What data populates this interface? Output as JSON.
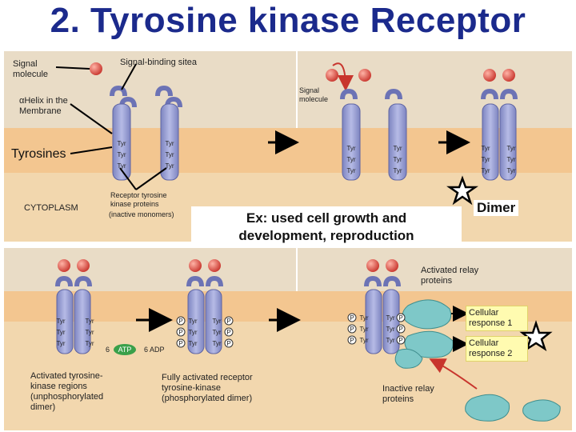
{
  "title": "2. Tyrosine kinase Receptor",
  "top_panel": {
    "signal_molecule_left": "Signal molecule",
    "signal_binding_site": "Signal-binding sitea",
    "signal_molecule_right": "Signal molecule",
    "helix_label": "αHelix in the Membrane",
    "tyrosines": "Tyrosines",
    "cytoplasm": "CYTOPLASM",
    "receptor_proteins": "Receptor tyrosine kinase proteins",
    "inactive_monomers": "(inactive monomers)",
    "tyr": "Tyr",
    "dimer": "Dimer"
  },
  "callout": {
    "line1": "Ex: used cell growth and",
    "line2": "development, reproduction"
  },
  "bottom_panel": {
    "activated_relay": "Activated relay proteins",
    "response1": "Cellular response 1",
    "response2": "Cellular response 2",
    "inactive_relay": "Inactive relay proteins",
    "activated_regions": "Activated tyrosine-kinase regions (unphosphorylated dimer)",
    "fully_activated": "Fully activated receptor tyrosine-kinase (phosphorylated dimer)",
    "atp": "ATP",
    "atp_count": "6",
    "adp": "6 ADP",
    "p": "P",
    "tyr": "Tyr"
  },
  "colors": {
    "title": "#1b2a8c",
    "background_panel": "#eadfcb",
    "membrane": "#f1c48a",
    "receptor": "#9aa0d4",
    "ligand": "#e0524a",
    "relay_protein": "#7ec8c8",
    "response_box": "#fffbb0"
  }
}
